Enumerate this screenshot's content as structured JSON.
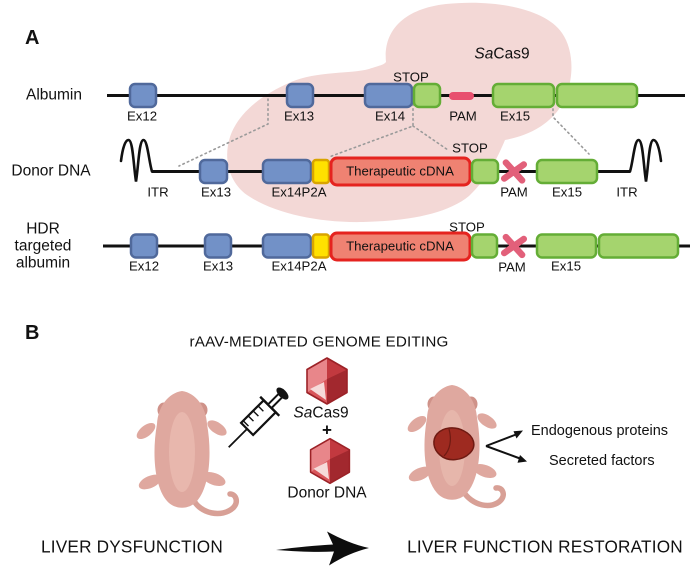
{
  "panel_a": {
    "panel_label": "A",
    "row_albumin_label": "Albumin",
    "row_donor_label": "Donor DNA",
    "row_hdr_line1": "HDR",
    "row_hdr_line2": "targeted",
    "row_hdr_line3": "albumin",
    "cas9_italic": "Sa",
    "cas9_rest": "Cas9",
    "labels": {
      "ex12": "Ex12",
      "ex13": "Ex13",
      "ex14": "Ex14",
      "ex15": "Ex15",
      "ex14p2a": "Ex14P2A",
      "itr": "ITR",
      "stop": "STOP",
      "pam": "PAM",
      "cdna": "Therapeutic cDNA"
    }
  },
  "panel_b": {
    "panel_label": "B",
    "title": "rAAV-MEDIATED GENOME EDITING",
    "virus1_italic": "Sa",
    "virus1_rest": "Cas9",
    "plus": "+",
    "virus2_label": "Donor DNA",
    "output1": "Endogenous proteins",
    "output2": "Secreted factors",
    "caption_left": "LIVER DYSFUNCTION",
    "caption_right": "LIVER FUNCTION RESTORATION"
  },
  "colors": {
    "exon_blue_fill": "#7291c7",
    "exon_blue_stroke": "#50699b",
    "exon_green_fill": "#a5d46e",
    "exon_green_stroke": "#64ad36",
    "p2a_yellow_fill": "#ffe100",
    "p2a_yellow_stroke": "#d9a400",
    "cdna_fill": "#ef8272",
    "cdna_stroke": "#e5231f",
    "pam_red": "#e84f6e",
    "cross_red": "#e2607a",
    "blob_pink": "#f3d8d6",
    "mouse_pink": "#dfa89f",
    "liver_red": "#9e2a20",
    "capsid_red": "#d9565b"
  }
}
